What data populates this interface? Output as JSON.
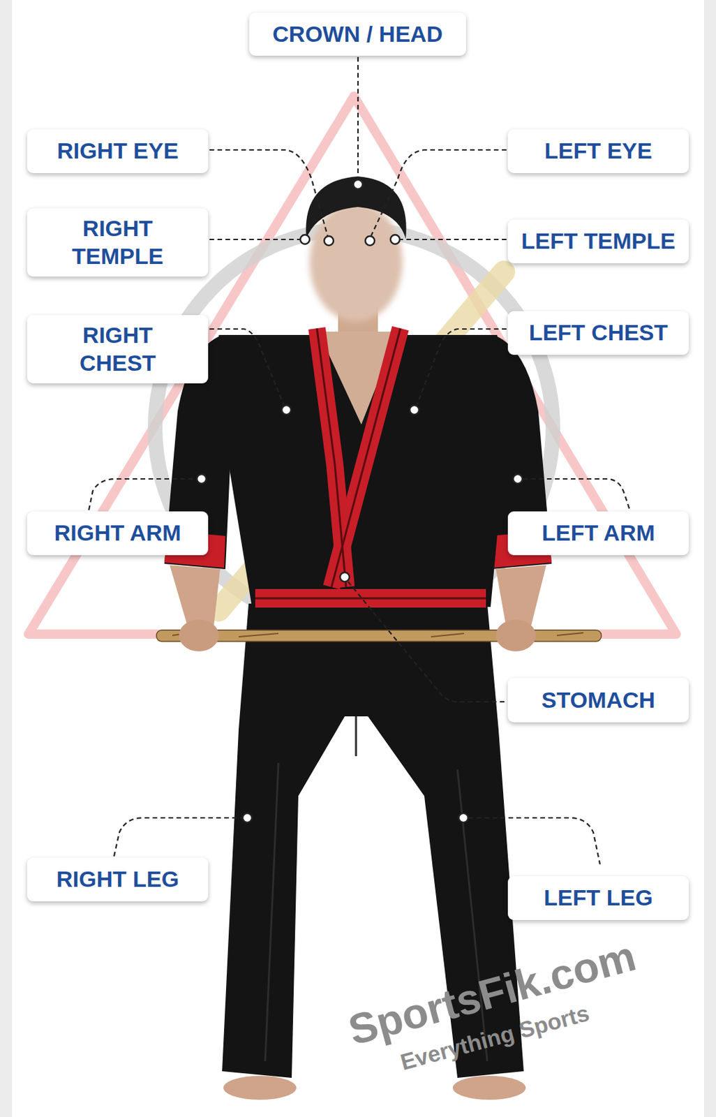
{
  "diagram": {
    "nodes": [
      {
        "text": [
          "CROWN / HEAD"
        ]
      },
      {
        "text": [
          "RIGHT EYE"
        ]
      },
      {
        "text": [
          "LEFT EYE"
        ]
      },
      {
        "text": [
          "RIGHT TEMPLE"
        ]
      },
      {
        "text": [
          "LEFT TEMPLE"
        ]
      },
      {
        "text": [
          "RIGHT CHEST"
        ]
      },
      {
        "text": [
          "LEFT CHEST"
        ]
      },
      {
        "text": [
          "RIGHT ARM"
        ]
      },
      {
        "text": [
          "LEFT ARM"
        ]
      },
      {
        "text": [
          "STOMACH"
        ]
      },
      {
        "text": [
          "RIGHT LEG"
        ]
      },
      {
        "text": [
          "LEFT LEG"
        ]
      }
    ],
    "labels": [
      "SportsFik.com",
      "Everything Sports"
    ]
  }
}
